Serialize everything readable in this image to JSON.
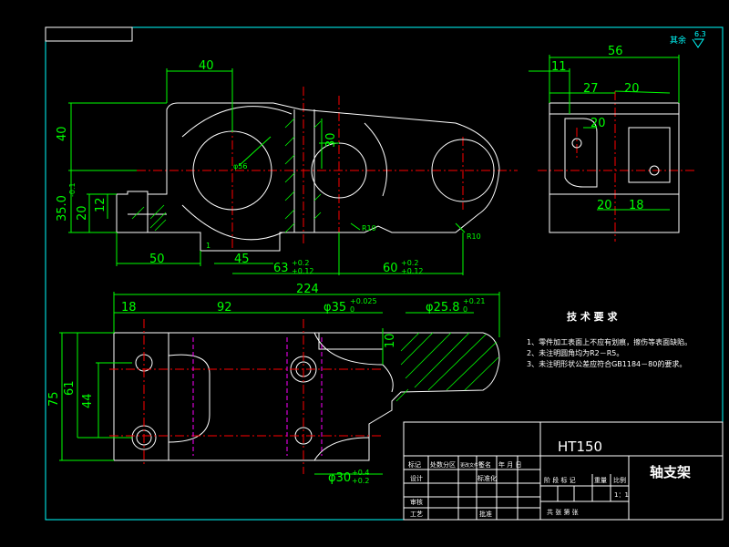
{
  "colors": {
    "background": "#000000",
    "outline": "#ffffff",
    "dimension": "#00ff00",
    "centerline": "#ff0000",
    "hidden": "#ff00ff",
    "frame": "#00ffff"
  },
  "surface_finish": {
    "label": "其余",
    "value": "6.3"
  },
  "front_view": {
    "dims": {
      "d40_top": "40",
      "d40_left": "40",
      "d35": "35.0",
      "d35_tol": "-0.1",
      "d20": "20",
      "d12": "12",
      "d50": "50",
      "d45": "45",
      "d63": "63",
      "d63_tol_up": "+0.2",
      "d63_tol_dn": "+0.12",
      "d60": "60",
      "d60_tol_up": "+0.2",
      "d60_tol_dn": "+0.12",
      "d30": "30",
      "phi56": "φ56",
      "r10a": "R10",
      "r10b": "R10",
      "d1": "1"
    }
  },
  "side_view": {
    "dims": {
      "d56": "56",
      "d11": "11",
      "d27": "27",
      "d20a": "20",
      "d20b": "20",
      "d20c": "20",
      "d18": "18"
    }
  },
  "top_view": {
    "dims": {
      "d224": "224",
      "d18": "18",
      "d92": "92",
      "phi35": "φ35",
      "phi35_tol_up": "+0.025",
      "phi35_tol_dn": "0",
      "phi25": "φ25.8",
      "phi25_tol_up": "+0.21",
      "phi25_tol_dn": "0",
      "d10": "10",
      "d75": "75",
      "d61": "61",
      "d44": "44",
      "phi30": "φ30",
      "phi30_tol_up": "+0.4",
      "phi30_tol_dn": "+0.2"
    }
  },
  "tech_requirements": {
    "title": "技 术 要 求",
    "items": [
      "1、零件加工表面上不应有划痕，擦伤等表面缺陷。",
      "2、未注明圆角均为R2－R5。",
      "3、未注明形状公差应符合GB1184－80的要求。"
    ]
  },
  "title_block": {
    "material": "HT150",
    "part_name": "轴支架",
    "row_labels": [
      "标记",
      "处数",
      "分区",
      "更改文件号",
      "签名",
      "年 月 日"
    ],
    "designer": "设计",
    "standardization": "标准化",
    "review": "审核",
    "process": "工艺",
    "approve": "批准",
    "stage_label": "阶 段 标 记",
    "weight": "重量",
    "scale_label": "比例",
    "scale_value": "1：1",
    "sheet_label": "共    张  第    张"
  }
}
